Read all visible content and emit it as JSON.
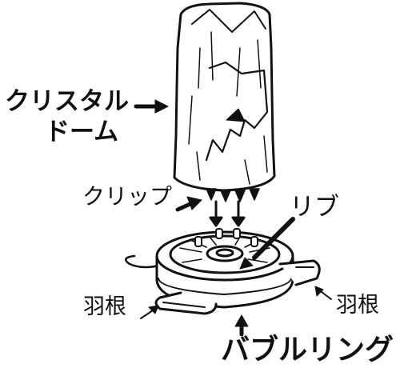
{
  "labels": {
    "crystal_dome_line1": "クリスタル",
    "crystal_dome_line2": "ドーム",
    "clip": "クリップ",
    "rib": "リブ",
    "fin_left": "羽根",
    "fin_right": "羽根",
    "bubble_ring": "バブルリング"
  },
  "colors": {
    "ink": "#111111",
    "background": "#ffffff"
  }
}
